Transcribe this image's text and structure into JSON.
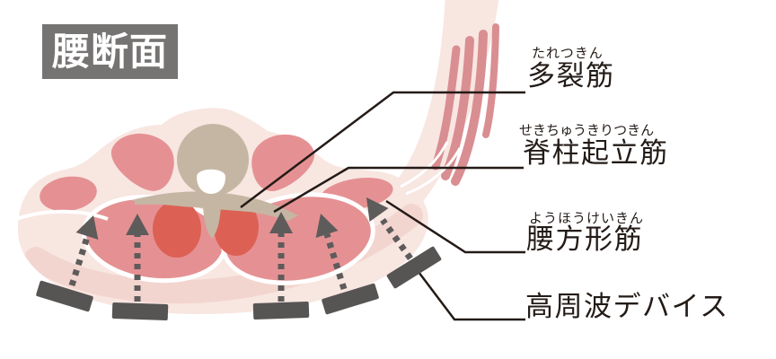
{
  "title": "腰断面",
  "labels": {
    "multifidus": {
      "furigana": "たれつきん",
      "text": "多裂筋"
    },
    "erector_spinae": {
      "furigana": "せきちゅうきりつきん",
      "text": "脊柱起立筋"
    },
    "quadratus": {
      "furigana": "ようほうけいきん",
      "text": "腰方形筋"
    },
    "device": {
      "furigana": "",
      "text": "高周波デバイス"
    }
  },
  "colors": {
    "title_bg": "#767373",
    "ink": "#231b17",
    "body_pale": "#f8e6e1",
    "body_shade": "#f3d5cf",
    "muscle_pink": "#e59193",
    "strip_pink": "#d98e92",
    "multifidus_red": "#dc6154",
    "vertebra_tan": "#c5b6a4",
    "bar_gray": "#575454",
    "arrow_gray": "#5e5b5b",
    "leader_line": "#231b17"
  },
  "icons": {
    "device_bar_count": "5",
    "arrow_count": "5"
  }
}
